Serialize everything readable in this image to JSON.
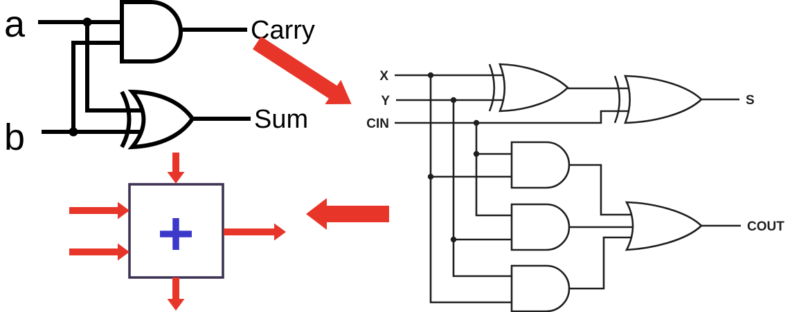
{
  "half_adder": {
    "input_a": "a",
    "input_b": "b",
    "output_carry": "Carry",
    "output_sum": "Sum"
  },
  "full_adder": {
    "input_x": "X",
    "input_y": "Y",
    "input_cin": "CIN",
    "output_s": "S",
    "output_cout": "COUT"
  },
  "adder_block": {
    "plus_symbol": "+"
  },
  "colors": {
    "arrow_red": "#e8352a",
    "box_border": "#3f3353",
    "plus_blue": "#3c38c9",
    "half_adder_ink": "#000000",
    "full_adder_ink": "#1e1e1e"
  }
}
